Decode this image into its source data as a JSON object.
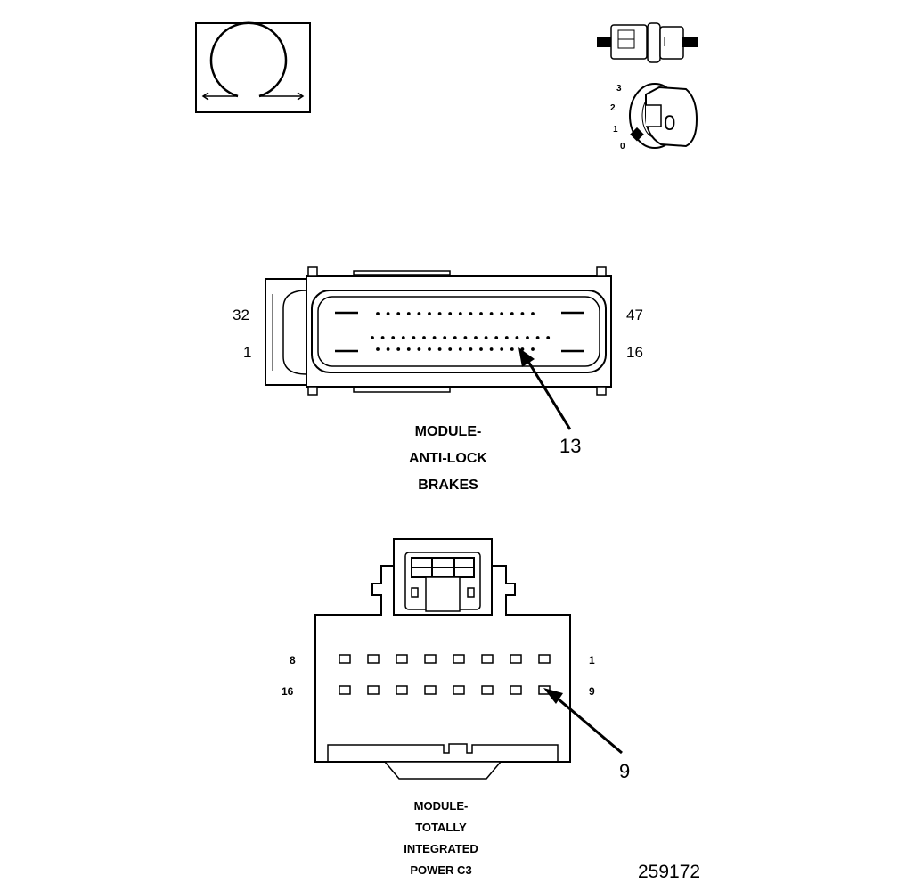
{
  "ohmmeter_symbol": {
    "icon": "ohm-icon"
  },
  "connector_probe": {
    "icon": "connector-probe-icon"
  },
  "ignition_key": {
    "icon": "ignition-key-icon",
    "positions": [
      "3",
      "2",
      "1",
      "0"
    ],
    "key_label": "0"
  },
  "abs_connector": {
    "pin_labels": {
      "top_left": "32",
      "bottom_left": "1",
      "top_right": "47",
      "bottom_right": "16"
    },
    "callout": "13",
    "title_lines": [
      "MODULE-",
      "ANTI-LOCK",
      "BRAKES"
    ]
  },
  "tipm_connector": {
    "pin_labels": {
      "top_left": "8",
      "bottom_left": "16",
      "top_right": "1",
      "bottom_right": "9"
    },
    "callout": "9",
    "title_lines": [
      "MODULE-",
      "TOTALLY",
      "INTEGRATED",
      "POWER C3"
    ]
  },
  "figure_id": "259172"
}
